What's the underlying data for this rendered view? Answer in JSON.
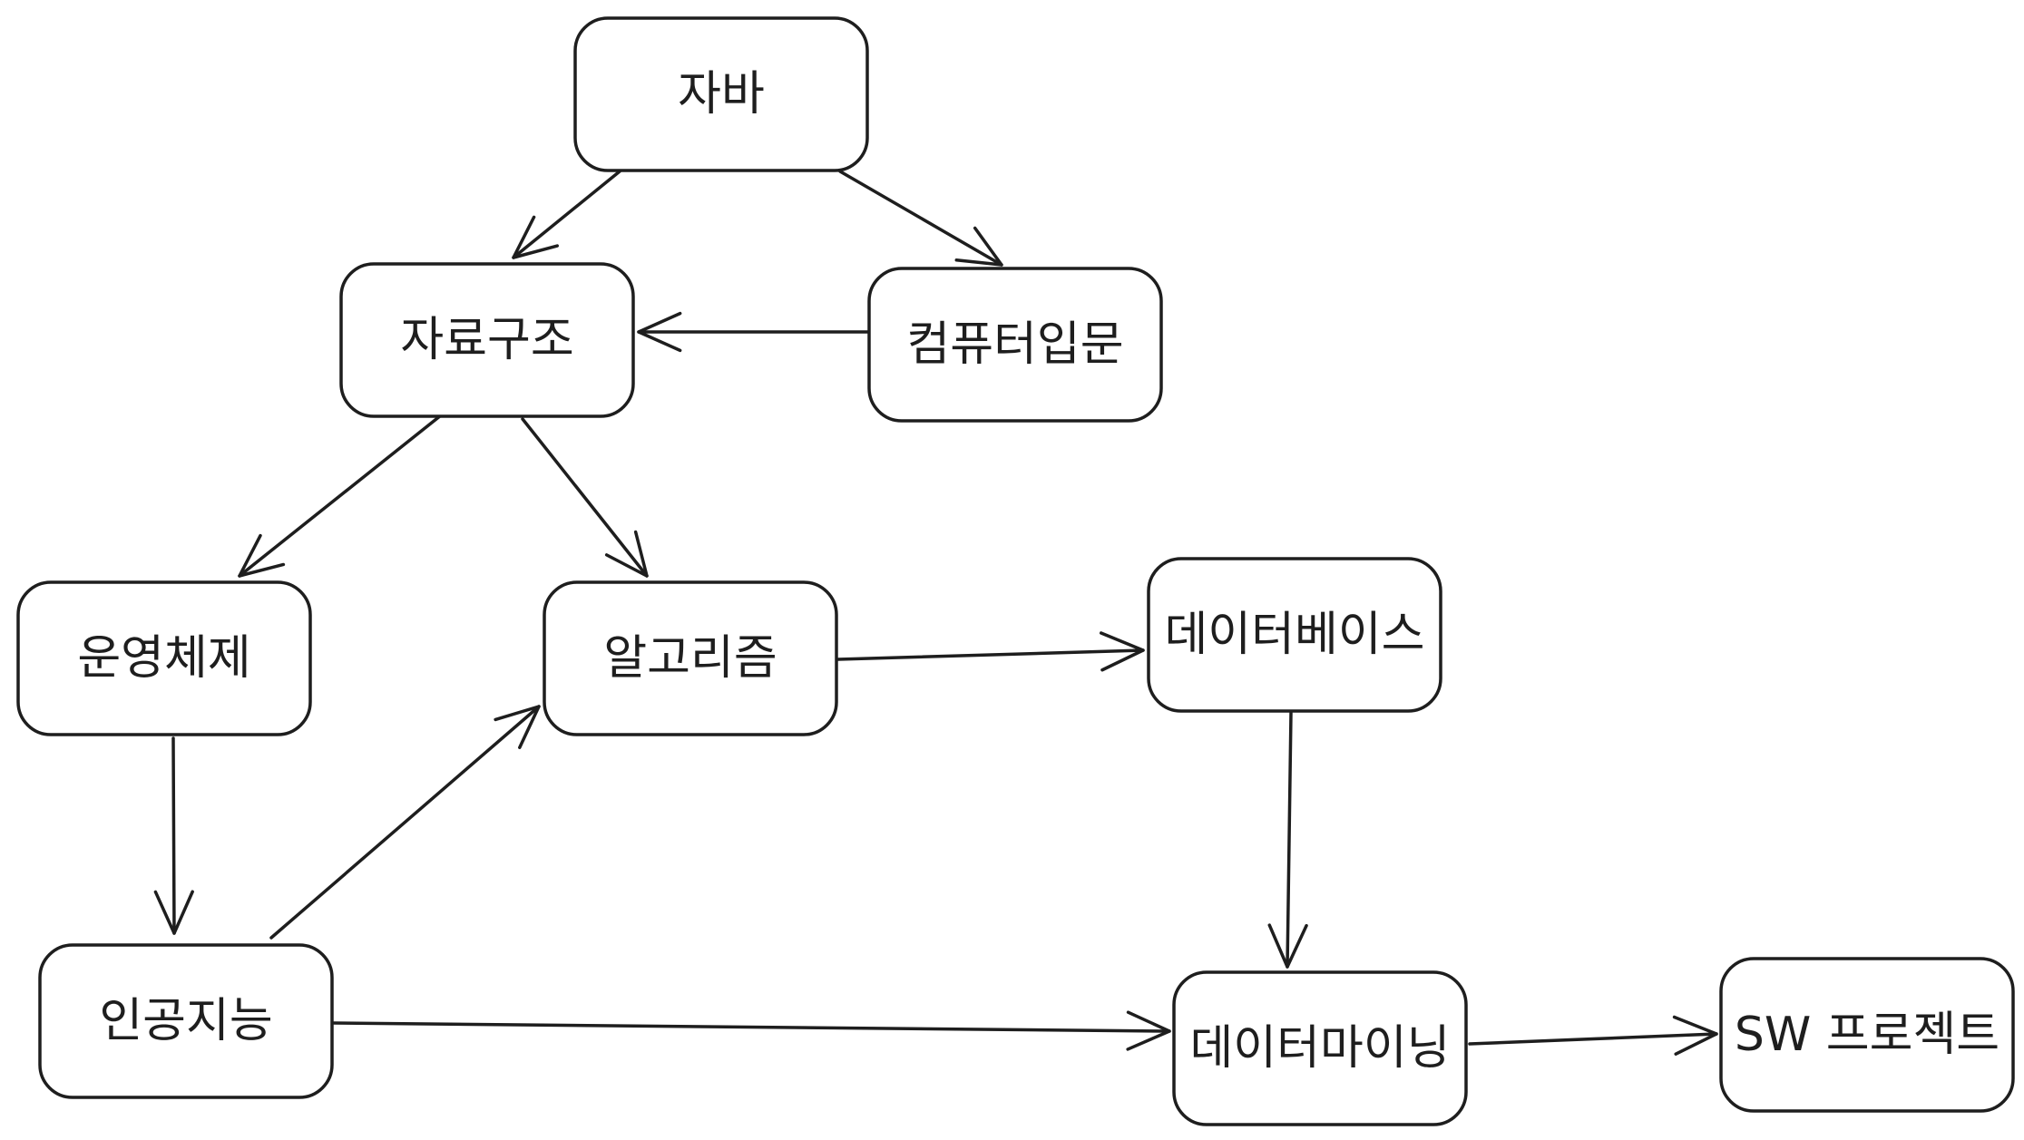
{
  "nodes": [
    {
      "id": "java",
      "label": "자바"
    },
    {
      "id": "datastruct",
      "label": "자료구조"
    },
    {
      "id": "intro",
      "label": "컴퓨터입문"
    },
    {
      "id": "os",
      "label": "운영체제"
    },
    {
      "id": "algo",
      "label": "알고리즘"
    },
    {
      "id": "db",
      "label": "데이터베이스"
    },
    {
      "id": "ai",
      "label": "인공지능"
    },
    {
      "id": "dm",
      "label": "데이터마이닝"
    },
    {
      "id": "sw",
      "label": "SW 프로젝트"
    }
  ],
  "edges": [
    {
      "from": "java",
      "to": "datastruct"
    },
    {
      "from": "java",
      "to": "intro"
    },
    {
      "from": "intro",
      "to": "datastruct"
    },
    {
      "from": "datastruct",
      "to": "os"
    },
    {
      "from": "datastruct",
      "to": "algo"
    },
    {
      "from": "os",
      "to": "ai"
    },
    {
      "from": "ai",
      "to": "algo"
    },
    {
      "from": "algo",
      "to": "db"
    },
    {
      "from": "db",
      "to": "dm"
    },
    {
      "from": "ai",
      "to": "dm"
    },
    {
      "from": "dm",
      "to": "sw"
    }
  ],
  "colors": {
    "stroke": "#1e1e1e",
    "fill": "#ffffff",
    "background": "#ffffff"
  }
}
